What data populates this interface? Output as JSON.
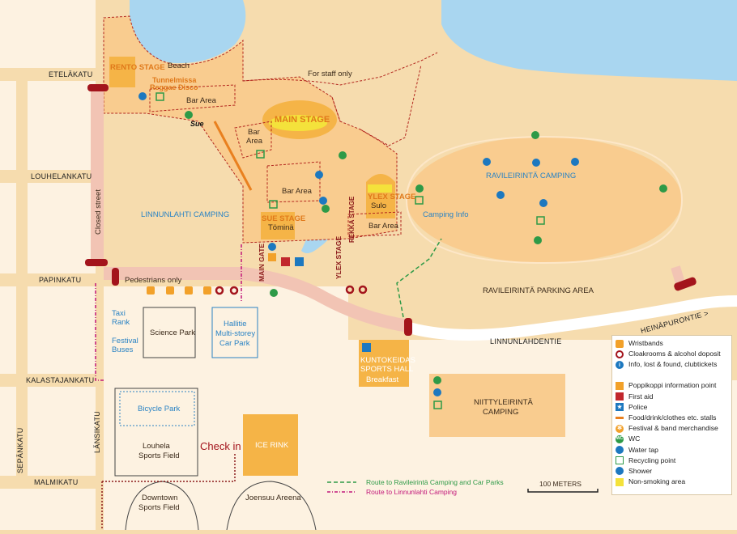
{
  "map": {
    "streets": {
      "etelakatu": "ETELÄKATU",
      "louhelankatu": "LOUHELANKATU",
      "papinkatu": "PAPINKATU",
      "kalastajankatu": "KALASTAJANKATU",
      "malmikatu": "MALMIKATU",
      "sepankatu": "SEPÄNKATU",
      "lansikatu": "LÄNSIKATU",
      "closed_street": "Closed street",
      "linnunlahdentie": "LINNUNLAHDENTIE",
      "heinapuronti": "HEINÄPURONTIE >"
    },
    "areas": {
      "beach": "Beach",
      "rento_stage": "RENTO STAGE",
      "tunnelmissa_line1": "Tunnelmissa",
      "tunnelmissa_line2": "Reggae Disco",
      "bar_area_1": "Bar Area",
      "for_staff_only": "For staff only",
      "main_stage": "MAIN STAGE",
      "bar_area_2_line1": "Bar",
      "bar_area_2_line2": "Area",
      "bar_area_3": "Bar Area",
      "bar_area_4": "Bar Area",
      "ylex_stage": "YLEX STAGE",
      "ylex_sulo": "Sulo",
      "sue_stage": "SUE STAGE",
      "sue_tomina": "Töminä",
      "sue_logo": "Sue",
      "linnunlahti_camping": "LINNUNLAHTI CAMPING",
      "main_gate": "MAIN GATE",
      "ylex_stage_gate": "YLEX STAGE",
      "rekka_stage": "REKKA STAGE",
      "ravileirinta_camping": "RAVILEIRINTÄ CAMPING",
      "camping_info": "Camping Info",
      "ravileirinta_parking": "RAVILEIRINTÄ PARKING AREA",
      "pedestrians_only": "Pedestrians only",
      "taxi_rank_line1": "Taxi",
      "taxi_rank_line2": "Rank",
      "festival_buses_line1": "Festival",
      "festival_buses_line2": "Buses",
      "science_park": "Science Park",
      "hallitie_line1": "Hallitie",
      "hallitie_line2": "Multi-storey",
      "hallitie_line3": "Car Park",
      "kuntokeidas_line1": "KUNTOKEIDAS",
      "kuntokeidas_line2": "SPORTS HALL",
      "kuntokeidas_line3": "Breakfast",
      "niittyleirinta_line1": "NIITTYLEIRINTÄ",
      "niittyleirinta_line2": "CAMPING",
      "bicycle_park": "Bicycle Park",
      "louhela_line1": "Louhela",
      "louhela_line2": "Sports Field",
      "check_in": "Check in",
      "ice_rink": "ICE RINK",
      "joensuu_areena": "Joensuu Areena",
      "downtown_line1": "Downtown",
      "downtown_line2": "Sports Field"
    },
    "routes": {
      "green": "Route to Ravileirintä Camping and Car Parks",
      "pink": "Route to Linnunlahti Camping"
    },
    "scale": "100 METERS",
    "legend": [
      {
        "label": "Wristbands",
        "icon": "wristbands-icon",
        "color": "#f2a12a"
      },
      {
        "label": "Cloakrooms & alcohol doposit",
        "icon": "cloakroom-icon",
        "color": "#a3141c"
      },
      {
        "label": "Info, lost & found, clubtickets",
        "icon": "info-icon",
        "color": "#1d78bf"
      },
      {
        "label": "Poppikoppi information point",
        "icon": "poppikoppi-icon",
        "color": "#f2a12a"
      },
      {
        "label": "First aid",
        "icon": "first-aid-icon",
        "color": "#c1272d"
      },
      {
        "label": "Police",
        "icon": "police-icon",
        "color": "#1d78bf"
      },
      {
        "label": "Food/drink/clothes etc. stalls",
        "icon": "stall-line-icon",
        "color": "#e9801f"
      },
      {
        "label": "Festival & band merchandise",
        "icon": "merchandise-icon",
        "color": "#f2a12a"
      },
      {
        "label": "WC",
        "icon": "wc-icon",
        "color": "#2e9a47"
      },
      {
        "label": "Water tap",
        "icon": "water-tap-icon",
        "color": "#1d78bf"
      },
      {
        "label": "Recycling point",
        "icon": "recycling-icon",
        "color": "#2e9a47"
      },
      {
        "label": "Shower",
        "icon": "shower-icon",
        "color": "#1d78bf"
      },
      {
        "label": "Non-smoking area",
        "icon": "non-smoking-icon",
        "color": "#f4e23b"
      }
    ]
  }
}
